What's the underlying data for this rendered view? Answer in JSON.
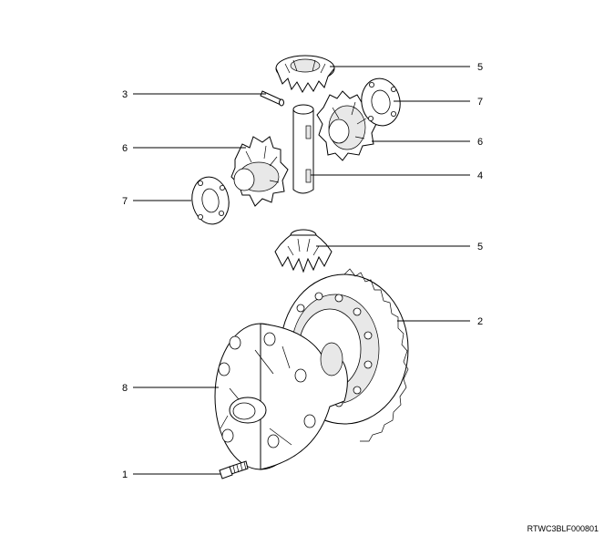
{
  "figure": {
    "code": "RTWC3BLF000801",
    "callouts": {
      "c1": "1",
      "c2": "2",
      "c3": "3",
      "c4": "4",
      "c5_top": "5",
      "c5_bottom": "5",
      "c6_left": "6",
      "c6_right": "6",
      "c7_left": "7",
      "c7_right": "7",
      "c8": "8"
    }
  }
}
